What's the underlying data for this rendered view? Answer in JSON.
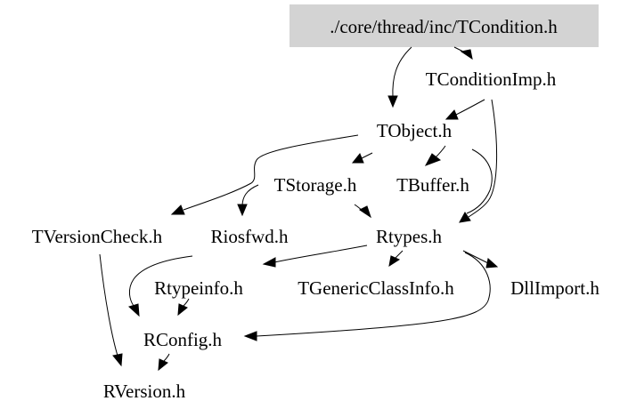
{
  "graph": {
    "root_fill": "#d3d3d3",
    "edge_color": "#000000",
    "nodes": {
      "tcondition": "./core/thread/inc/TCondition.h",
      "tconditionimp": "TConditionImp.h",
      "tobject": "TObject.h",
      "tstorage": "TStorage.h",
      "tbuffer": "TBuffer.h",
      "tversioncheck": "TVersionCheck.h",
      "riosfwd": "Riosfwd.h",
      "rtypes": "Rtypes.h",
      "rtypeinfo": "Rtypeinfo.h",
      "tgenericclassinfo": "TGenericClassInfo.h",
      "dllimport": "DllImport.h",
      "rconfig": "RConfig.h",
      "rversion": "RVersion.h"
    }
  }
}
